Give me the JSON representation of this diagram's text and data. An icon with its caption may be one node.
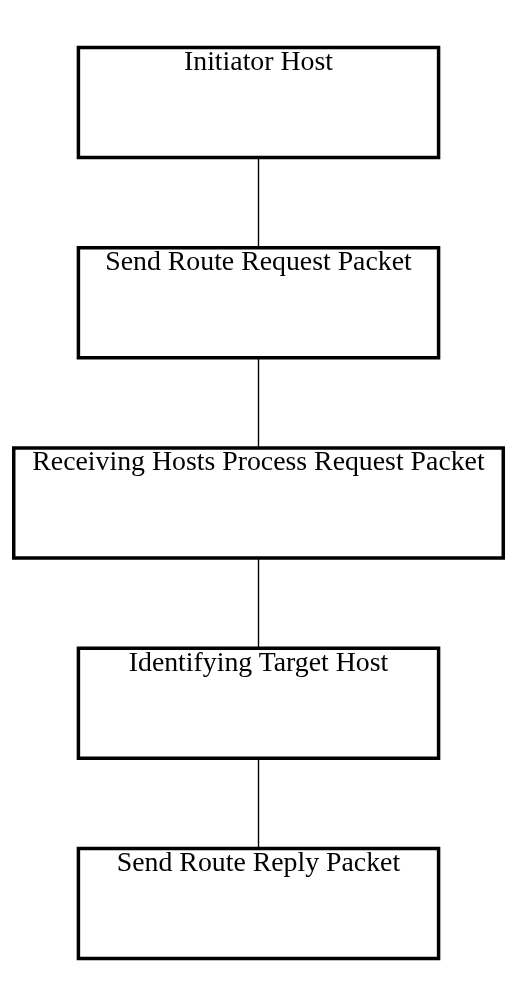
{
  "diagram": {
    "nodes": [
      {
        "text": [
          "Initiator Host"
        ]
      },
      {
        "text": [
          "Send Route Request Packet"
        ]
      },
      {
        "text": [
          "Receiving Hosts Process Request Packet"
        ]
      },
      {
        "text": [
          "Identifying Target Host"
        ]
      },
      {
        "text": [
          "Send Route Reply Packet"
        ]
      }
    ],
    "edges": [
      {
        "from": 0,
        "to": 1,
        "arrow": "none"
      },
      {
        "from": 1,
        "to": 2,
        "arrow": "none"
      },
      {
        "from": 2,
        "to": 3,
        "arrow": "none"
      },
      {
        "from": 3,
        "to": 4,
        "arrow": "none"
      }
    ]
  }
}
